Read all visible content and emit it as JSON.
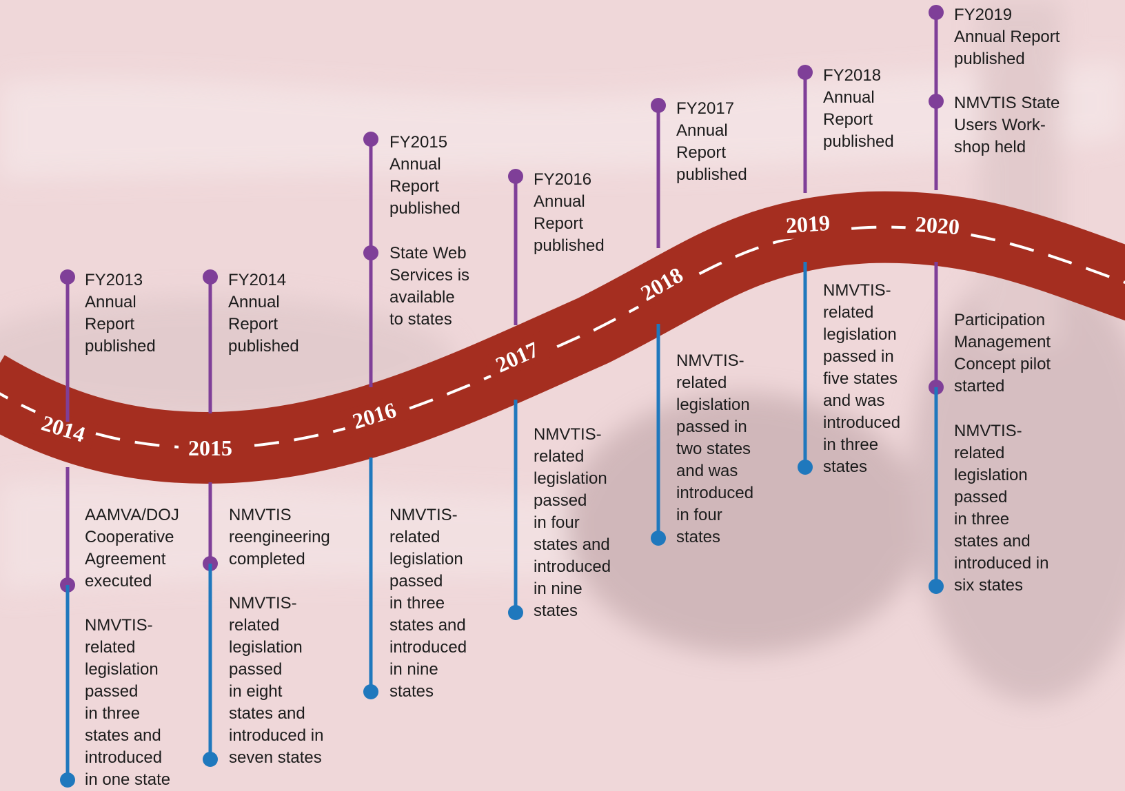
{
  "years": [
    "2014",
    "2015",
    "2016",
    "2017",
    "2018",
    "2019",
    "2020"
  ],
  "milestones": {
    "fy2013_report": "FY2013\nAnnual\nReport\npublished",
    "fy2014_report": "FY2014\nAnnual\nReport\npublished",
    "fy2015_report": "FY2015\nAnnual\nReport\npublished",
    "state_web_services": "State Web\nServices is\navailable\nto states",
    "fy2016_report": "FY2016\nAnnual\nReport\npublished",
    "fy2017_report": "FY2017\nAnnual\nReport\npublished",
    "fy2018_report": "FY2018\nAnnual\nReport\npublished",
    "fy2019_report": "FY2019\nAnnual Report\npublished",
    "state_users_workshop": "NMVTIS State\nUsers Work-\nshop held",
    "participation_pilot": "Participation\nManagement\nConcept pilot\nstarted",
    "aamva_doj_agreement": "AAMVA/DOJ\nCooperative\nAgreement\nexecuted",
    "legislation_2014": "NMVTIS-\nrelated\nlegislation\npassed\nin three\nstates and\nintroduced\nin one state",
    "reengineering": "NMVTIS\nreengineering\ncompleted",
    "legislation_2015": "NMVTIS-\nrelated\nlegislation\npassed\nin eight\nstates and\nintroduced in\nseven states",
    "legislation_2016": "NMVTIS-\nrelated\nlegislation\npassed\nin three\nstates and\nintroduced\nin nine\nstates",
    "legislation_2017": "NMVTIS-\nrelated\nlegislation\npassed\nin four\nstates and\nintroduced\nin nine\nstates",
    "legislation_2018": "NMVTIS-\nrelated\nlegislation\npassed in\ntwo states\nand was\nintroduced\nin four\nstates",
    "legislation_2019": "NMVTIS-\nrelated\nlegislation\npassed in\nfive states\nand was\nintroduced\nin three\nstates",
    "legislation_2020": "NMVTIS-\nrelated\nlegislation\npassed\nin three\nstates and\nintroduced in\nsix states"
  },
  "colors": {
    "road": "#a52e20",
    "above_line": "#7f3f98",
    "below_line": "#1f78bd",
    "background": "#efd7d9",
    "text": "#1c1c1c"
  }
}
